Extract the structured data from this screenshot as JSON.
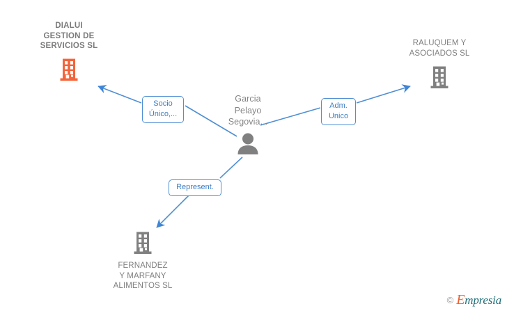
{
  "diagram": {
    "type": "company-relationship-graph",
    "colors": {
      "company_highlight": "#F4643A",
      "company_default": "#808080",
      "person": "#808080",
      "edge": "#4f8fd4",
      "label_border": "#4f8fd4",
      "label_text": "#3f7fc4",
      "node_text": "#808080"
    },
    "nodes": [
      {
        "id": "dialui",
        "label": "DIALUI\nGESTION DE\nSERVICIOS SL",
        "lines": [
          "DIALUI",
          "GESTION DE",
          "SERVICIOS SL"
        ],
        "icon": "building-icon",
        "icon_color": "#F4643A",
        "emphasis": "bold",
        "label_position": "above"
      },
      {
        "id": "raluquem",
        "label": "RALUQUEM Y\nASOCIADOS SL",
        "lines": [
          "RALUQUEM Y",
          "ASOCIADOS SL"
        ],
        "icon": "building-icon",
        "icon_color": "#808080",
        "emphasis": "normal",
        "label_position": "above"
      },
      {
        "id": "garcia",
        "label": "Garcia\nPelayo\nSegovia...",
        "lines": [
          "Garcia",
          "Pelayo",
          "Segovia..."
        ],
        "icon": "person-icon",
        "icon_color": "#808080",
        "emphasis": "normal",
        "label_position": "above"
      },
      {
        "id": "fernandez",
        "label": "FERNANDEZ\nY MARFANY\nALIMENTOS SL",
        "lines": [
          "FERNANDEZ",
          "Y MARFANY",
          "ALIMENTOS SL"
        ],
        "icon": "building-icon",
        "icon_color": "#808080",
        "emphasis": "normal",
        "label_position": "below"
      }
    ],
    "edges": [
      {
        "id": "edge-socio",
        "from": "garcia",
        "to": "dialui",
        "label_lines": [
          "Socio",
          "Único,..."
        ],
        "arrow": "to"
      },
      {
        "id": "edge-adm",
        "from": "garcia",
        "to": "raluquem",
        "label_lines": [
          "Adm.",
          "Unico"
        ],
        "arrow": "to"
      },
      {
        "id": "edge-represent",
        "from": "garcia",
        "to": "fernandez",
        "label_lines": [
          "Represent."
        ],
        "arrow": "to"
      }
    ]
  },
  "watermark": {
    "copyright": "©",
    "brand_initial": "E",
    "brand_rest": "mpresia"
  }
}
